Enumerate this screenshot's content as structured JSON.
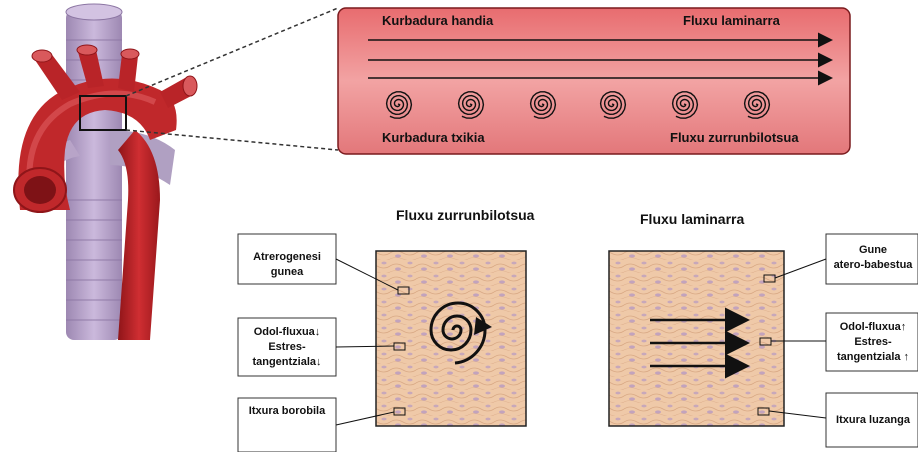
{
  "inset": {
    "label_top_left": "Kurbadura handia",
    "label_top_right": "Fluxu laminarra",
    "label_bottom_left": "Kurbadura txikia",
    "label_bottom_right": "Fluxu zurrunbilotsua"
  },
  "panels": {
    "turbulent_title": "Fluxu zurrunbilotsua",
    "laminar_title": "Fluxu laminarra"
  },
  "left_boxes": {
    "box1": "Atrerogenesi gunea",
    "box2_line1": "Odol-fluxua↓",
    "box2_line2": "Estres-",
    "box2_line3": "tangentziala↓",
    "box3": "Itxura borobila"
  },
  "right_boxes": {
    "box1_line1": "Gune",
    "box1_line2": "atero-babestua",
    "box2_line1": "Odol-fluxua↑",
    "box2_line2": "Estres-",
    "box2_line3": "tangentziala ↑",
    "box3": "Itxura luzanga"
  },
  "colors": {
    "artery_red": "#c0282b",
    "inset_fill_light": "#ee9a9a",
    "inset_fill_dark": "#d8454a",
    "tissue": "#efc7a6",
    "trachea": "#b8a4c8"
  }
}
